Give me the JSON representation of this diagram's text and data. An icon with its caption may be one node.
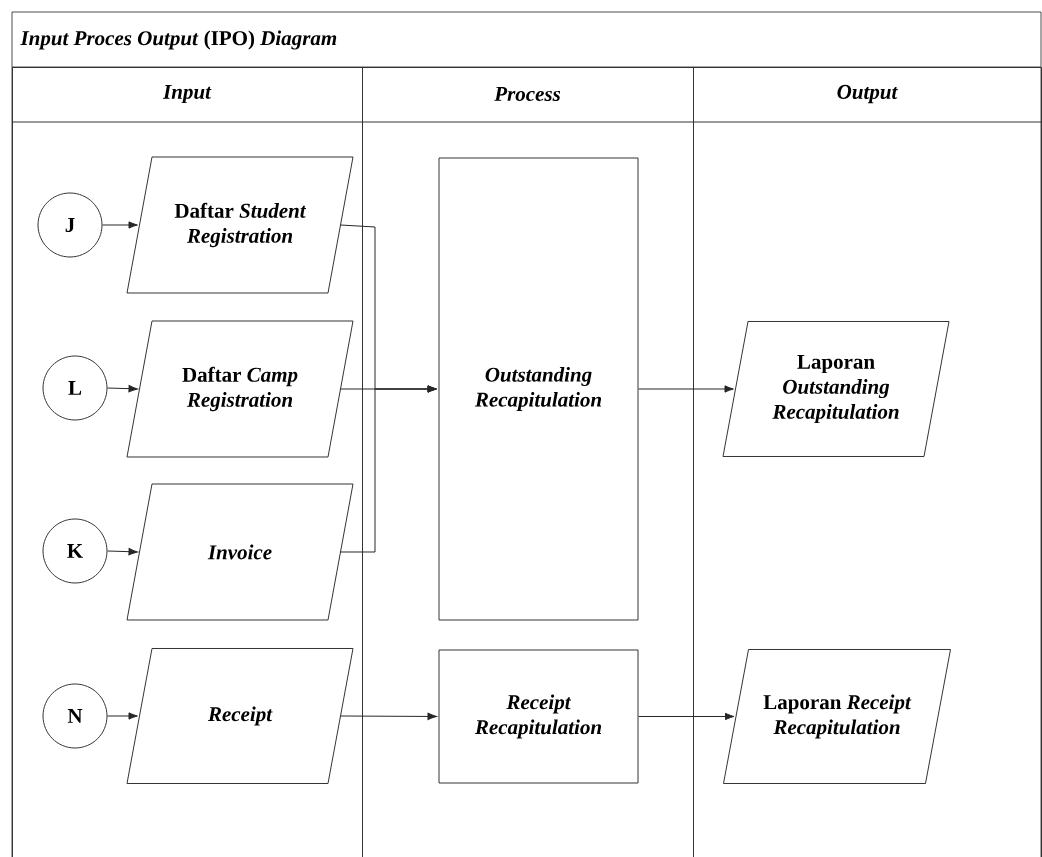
{
  "diagram": {
    "title": "*Input Proces Output* (IPO) *Diagram*",
    "nodes": [
      {
        "text": [
          "Input"
        ]
      },
      {
        "text": [
          "Process"
        ]
      },
      {
        "text": [
          "Output"
        ]
      },
      {
        "text": [
          "J"
        ],
        "in": 0
      },
      {
        "text": [
          "Daftar *Student Registration*"
        ],
        "in": 0
      },
      {
        "text": [
          "L"
        ],
        "in": 0
      },
      {
        "text": [
          "Daftar *Camp Registration*"
        ],
        "in": 0
      },
      {
        "text": [
          "K"
        ],
        "in": 0
      },
      {
        "text": [
          "Invoice"
        ],
        "in": 0
      },
      {
        "text": [
          "N"
        ],
        "in": 0
      },
      {
        "text": [
          "Receipt"
        ],
        "in": 0
      },
      {
        "text": [
          "Outstanding Recapitulation"
        ],
        "in": 1
      },
      {
        "text": [
          "Receipt Recapitulation"
        ],
        "in": 1
      },
      {
        "text": [
          "Laporan *Outstanding Recapitulation*"
        ],
        "in": 2
      },
      {
        "text": [
          "Laporan *Receipt Recapitulation*"
        ],
        "in": 2
      }
    ],
    "edges": [
      {
        "from": 3,
        "to": 4,
        "arrow": "to"
      },
      {
        "from": 5,
        "to": 6,
        "arrow": "to"
      },
      {
        "from": 7,
        "to": 8,
        "arrow": "to"
      },
      {
        "from": 9,
        "to": 10,
        "arrow": "to"
      },
      {
        "from": 4,
        "to": 11,
        "arrow": "to"
      },
      {
        "from": 6,
        "to": 11,
        "arrow": "to"
      },
      {
        "from": 8,
        "to": 11,
        "arrow": "to"
      },
      {
        "from": 11,
        "to": 13,
        "arrow": "to"
      },
      {
        "from": 10,
        "to": 12,
        "arrow": "to"
      },
      {
        "from": 12,
        "to": 14,
        "arrow": "to"
      }
    ]
  }
}
